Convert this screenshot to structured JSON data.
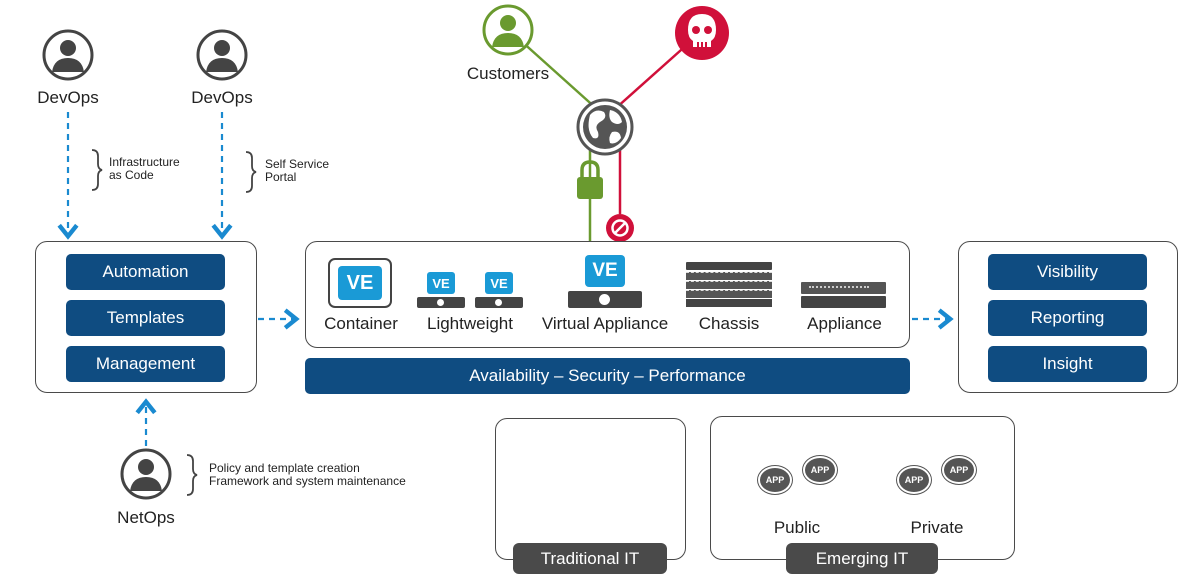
{
  "people": {
    "devops_left": "DevOps",
    "devops_right": "DevOps",
    "netops": "NetOps",
    "customers": "Customers"
  },
  "notes": {
    "infra_line1": "Infrastructure",
    "infra_line2": "as Code",
    "portal_line1": "Self Service",
    "portal_line2": "Portal",
    "policy_line1": "Policy and template creation",
    "policy_line2": "Framework and system maintenance"
  },
  "left_panel": {
    "items": [
      "Automation",
      "Templates",
      "Management"
    ]
  },
  "right_panel": {
    "items": [
      "Visibility",
      "Reporting",
      "Insight"
    ]
  },
  "center_panel": {
    "ve_badge": "VE",
    "devices": [
      "Container",
      "Lightweight",
      "Virtual Appliance",
      "Chassis",
      "Appliance"
    ],
    "bar": "Availability – Security – Performance"
  },
  "bottom": {
    "traditional": "Traditional IT",
    "emerging": "Emerging IT",
    "public": "Public",
    "private": "Private",
    "app_badge": "APP"
  },
  "colors": {
    "navy": "#0f4c81",
    "ve_blue": "#1a9ad6",
    "green": "#6a9a2f",
    "red": "#d0103a",
    "dark_gray": "#4a4a4a",
    "arrow_blue": "#1a8ad0"
  }
}
